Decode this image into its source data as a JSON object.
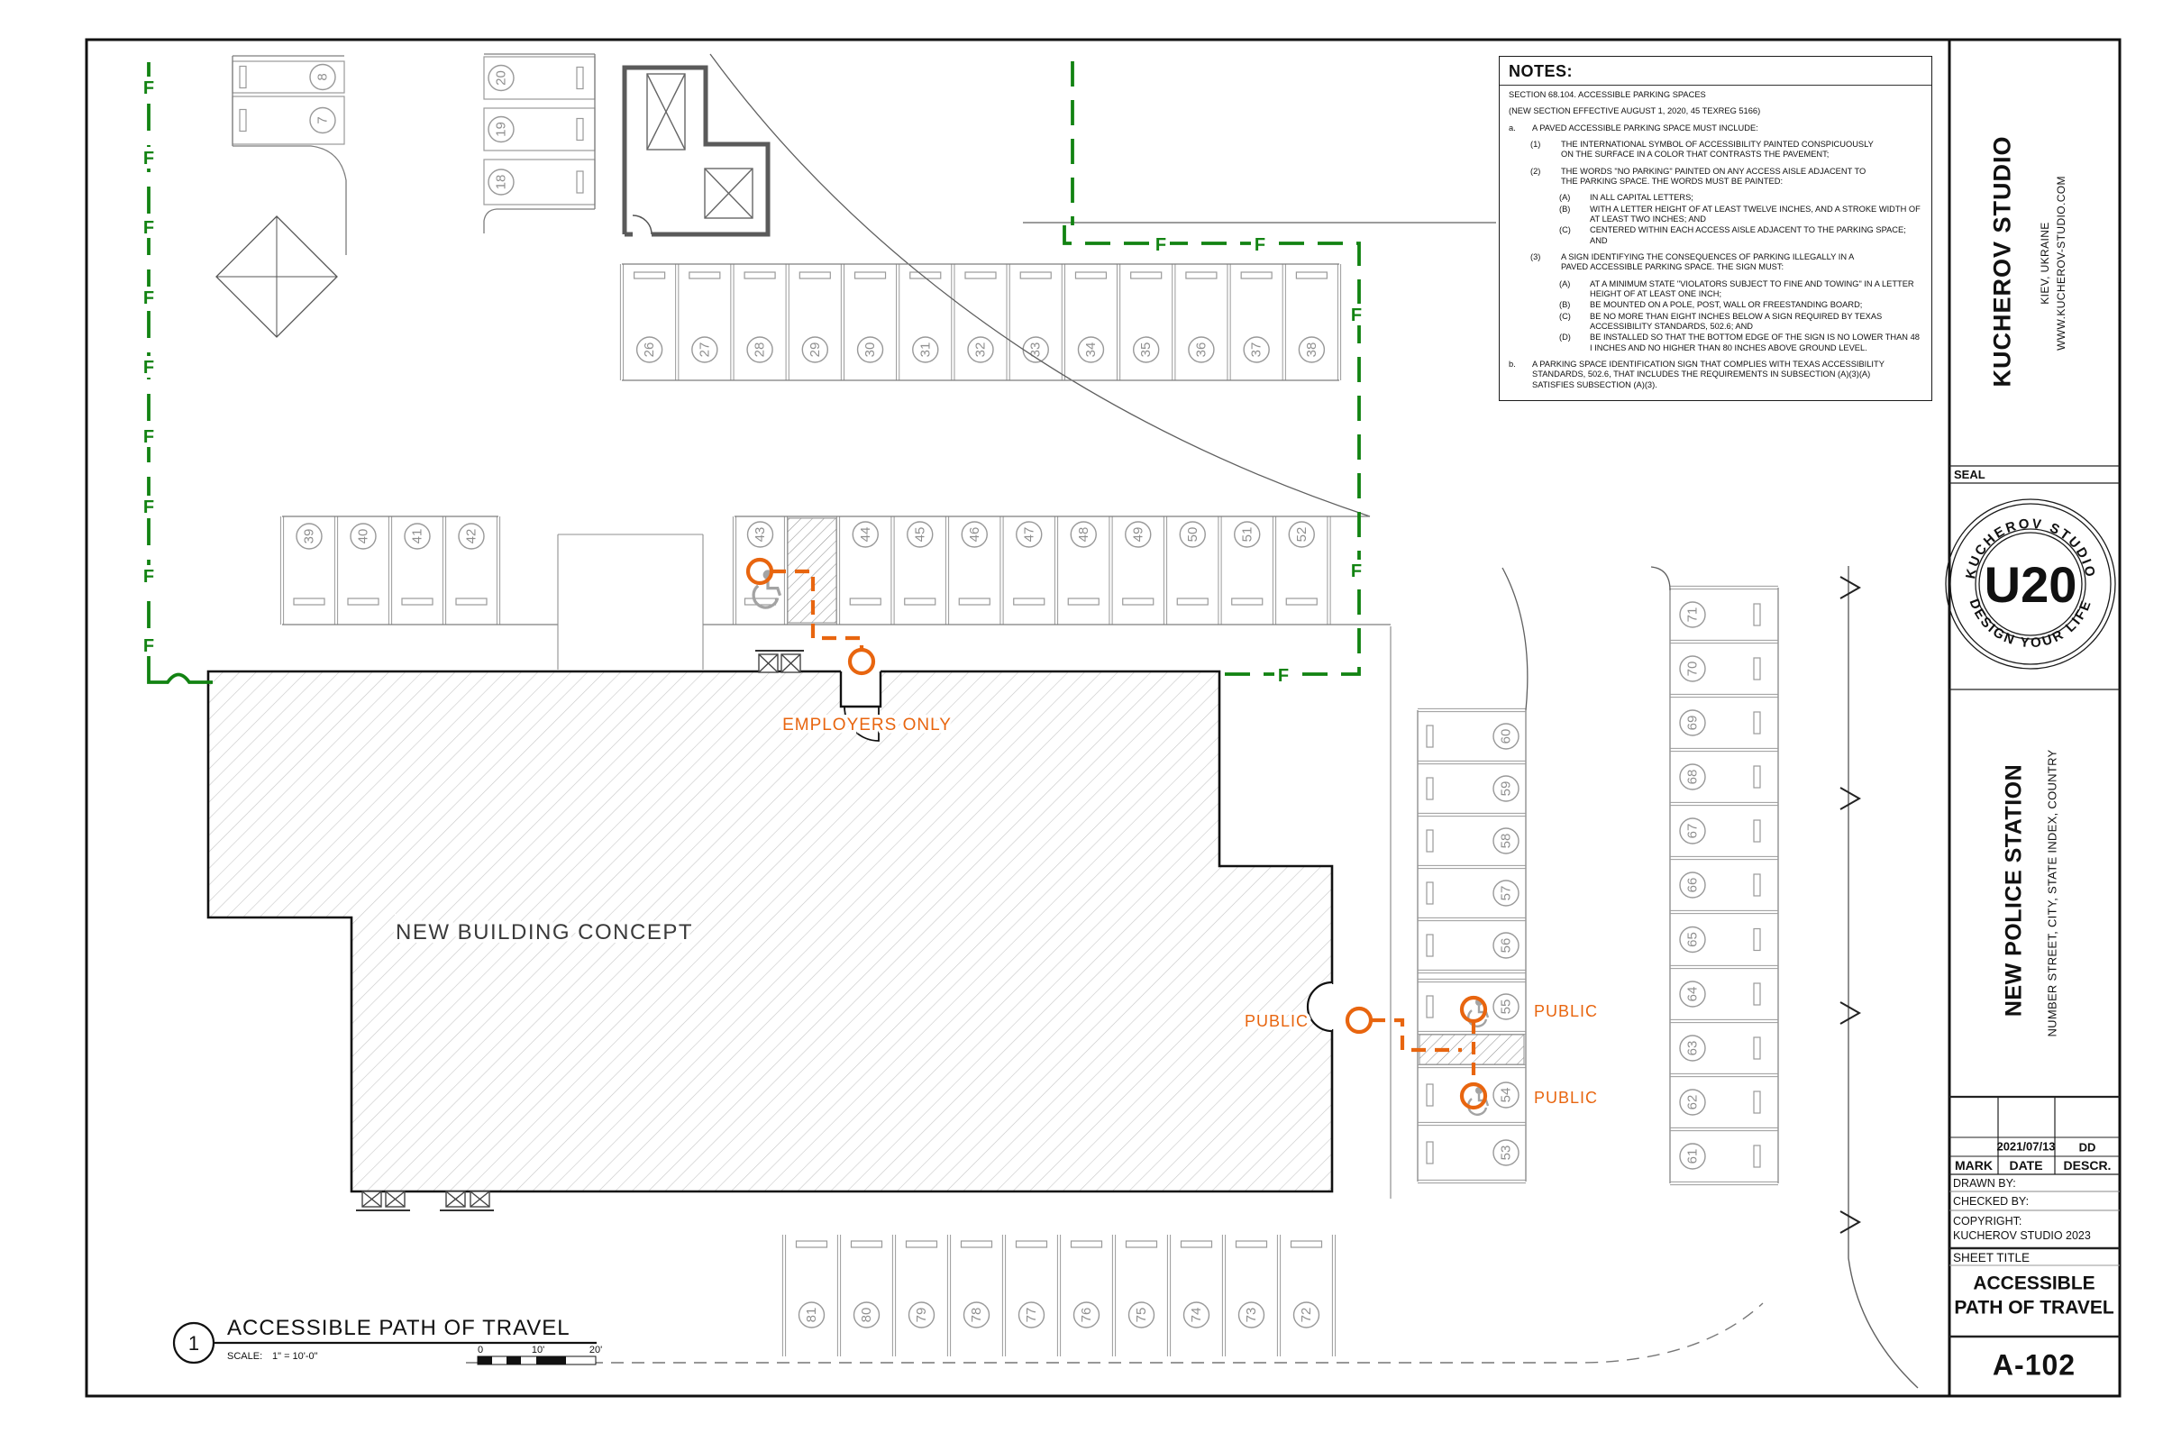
{
  "notes": {
    "heading": "NOTES:",
    "items": [
      {
        "label": "",
        "text": "SECTION 68.104. ACCESSIBLE PARKING SPACES"
      },
      {
        "label": "",
        "text": "(NEW SECTION EFFECTIVE AUGUST 1, 2020, 45 TEXREG 5166)"
      },
      {
        "label": "a.",
        "text": "A PAVED ACCESSIBLE PARKING SPACE MUST INCLUDE:"
      },
      {
        "label": "(1)",
        "text": "THE INTERNATIONAL SYMBOL OF ACCESSIBILITY PAINTED CONSPICUOUSLY ON THE SURFACE IN A COLOR THAT CONTRASTS THE PAVEMENT;"
      },
      {
        "label": "(2)",
        "text": "THE WORDS \"NO PARKING\" PAINTED ON ANY ACCESS AISLE ADJACENT TO THE PARKING SPACE. THE WORDS MUST BE PAINTED:"
      },
      {
        "label": "(A)",
        "text": "IN ALL CAPITAL LETTERS;"
      },
      {
        "label": "(B)",
        "text": "WITH A LETTER HEIGHT OF AT LEAST TWELVE INCHES, AND A STROKE WIDTH OF AT LEAST TWO INCHES; AND"
      },
      {
        "label": "(C)",
        "text": "CENTERED WITHIN EACH ACCESS AISLE ADJACENT TO THE PARKING SPACE; AND"
      },
      {
        "label": "(3)",
        "text": "A SIGN IDENTIFYING THE CONSEQUENCES OF PARKING ILLEGALLY IN A PAVED ACCESSIBLE PARKING SPACE. THE SIGN MUST:"
      },
      {
        "label": "(A)",
        "text": "AT A MINIMUM STATE \"VIOLATORS SUBJECT TO FINE AND TOWING\" IN A LETTER HEIGHT OF AT LEAST ONE INCH;"
      },
      {
        "label": "(B)",
        "text": "BE MOUNTED ON A POLE, POST, WALL OR FREESTANDING BOARD;"
      },
      {
        "label": "(C)",
        "text": "BE NO MORE THAN EIGHT INCHES BELOW A SIGN REQUIRED BY TEXAS ACCESSIBILITY STANDARDS, 502.6; AND"
      },
      {
        "label": "(D)",
        "text": "BE INSTALLED SO THAT THE BOTTOM EDGE OF THE SIGN IS NO LOWER THAN 48 I INCHES AND NO HIGHER THAN 80 INCHES ABOVE GROUND LEVEL."
      },
      {
        "label": "b.",
        "text": "A PARKING SPACE IDENTIFICATION SIGN THAT COMPLIES WITH TEXAS ACCESSIBILITY STANDARDS, 502.6, THAT INCLUDES THE REQUIREMENTS IN SUBSECTION (A)(3)(A) SATISFIES SUBSECTION (A)(3)."
      }
    ]
  },
  "title_block": {
    "firm_name": "KUCHEROV STUDIO",
    "firm_location": "KIEV, UKRAINE",
    "firm_website": "WWW.KUCHEROV-STUDIO.COM",
    "seal_section_label": "SEAL",
    "seal": {
      "top_text": "KUCHEROV STUDIO",
      "center_text": "U20",
      "bottom_text": "DESIGN YOUR LIFE"
    },
    "project_name": "NEW POLICE STATION",
    "project_address": "NUMBER STREET, CITY, STATE INDEX, COUNTRY",
    "revisions": {
      "headers": [
        "MARK",
        "DATE",
        "DESCR."
      ],
      "rows": [
        {
          "mark": "",
          "date": "2021/07/13",
          "descr": "DD"
        }
      ]
    },
    "drawn_by_label": "DRAWN BY:",
    "checked_by_label": "CHECKED BY:",
    "copyright_label": "COPYRIGHT:",
    "copyright_value": "KUCHEROV STUDIO 2023",
    "sheet_title_label": "SHEET TITLE",
    "sheet_title_line1": "ACCESSIBLE",
    "sheet_title_line2": "PATH OF TRAVEL",
    "sheet_number": "A-102"
  },
  "view": {
    "number": "1",
    "title": "ACCESSIBLE PATH OF TRAVEL",
    "scale_label": "SCALE:",
    "scale_value": "1\" = 10'-0\"",
    "scale_ticks": [
      "0",
      "10'",
      "20'"
    ]
  },
  "plan": {
    "building_label": "NEW BUILDING CONCEPT",
    "employers_only_label": "EMPLOYERS ONLY",
    "public_door_label": "PUBLIC",
    "public_space_55_label": "PUBLIC",
    "public_space_54_label": "PUBLIC",
    "fire_route_letter": "F",
    "colors": {
      "accessible_route_orange": "#E8650F",
      "fire_route_green": "#128312"
    },
    "parking": {
      "top_row": [
        "26",
        "27",
        "28",
        "29",
        "30",
        "31",
        "32",
        "33",
        "34",
        "35",
        "36",
        "37",
        "38"
      ],
      "middle_row_left": [
        "39",
        "40",
        "41",
        "42"
      ],
      "middle_row_right": [
        "43",
        "44",
        "45",
        "46",
        "47",
        "48",
        "49",
        "50",
        "51",
        "52"
      ],
      "inner_column": [
        "60",
        "59",
        "58",
        "57",
        "56",
        "55",
        "54",
        "53"
      ],
      "outer_column": [
        "71",
        "70",
        "69",
        "68",
        "67",
        "66",
        "65",
        "64",
        "63",
        "62",
        "61"
      ],
      "bottom_row": [
        "81",
        "80",
        "79",
        "78",
        "77",
        "76",
        "75",
        "74",
        "73",
        "72"
      ],
      "upper_left_column": [
        "20",
        "19",
        "18"
      ],
      "upper_left_pair": [
        "8",
        "7"
      ]
    }
  }
}
